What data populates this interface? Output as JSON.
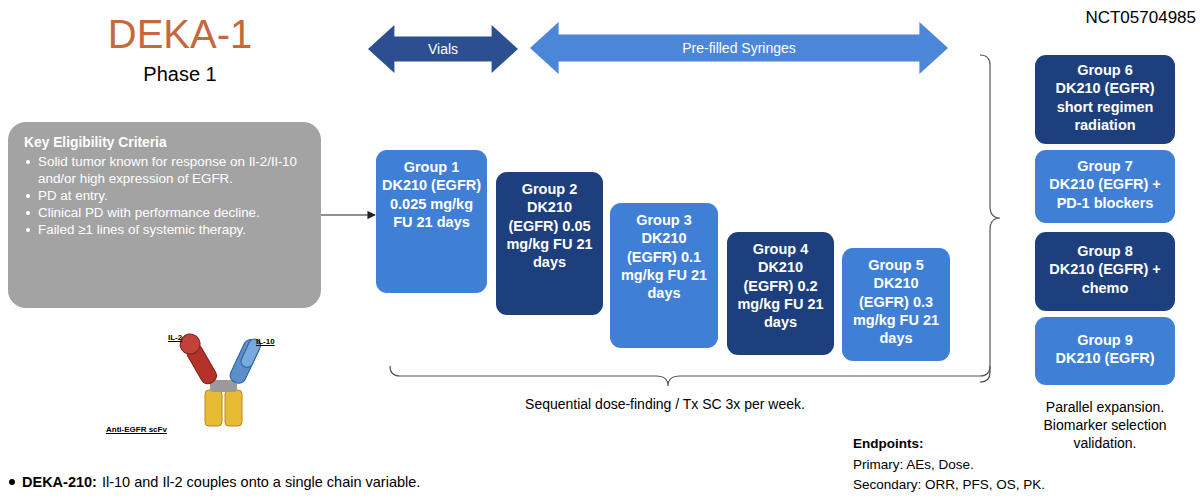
{
  "diagram": {
    "title": "DEKA-1",
    "nodes": [
      {
        "text": [
          "Vials"
        ]
      },
      {
        "text": [
          "Pre-filled Syringes"
        ]
      },
      {
        "text": [
          "Key Eligibility Criteria",
          "Solid tumor known for response on Il-2/Il-10 and/or high expression of EGFR.",
          "PD at entry.",
          "Clinical PD with performance decline.",
          "Failed ≥1 lines of systemic therapy."
        ]
      },
      {
        "text": [
          "Group 1",
          "DK210 (EGFR) 0.025 mg/kg FU 21 days"
        ]
      },
      {
        "text": [
          "Group 2",
          "DK210 (EGFR) 0.05 mg/kg FU 21 days"
        ]
      },
      {
        "text": [
          "Group 3",
          "DK210 (EGFR) 0.1 mg/kg FU 21 days"
        ]
      },
      {
        "text": [
          "Group 4",
          "DK210 (EGFR) 0.2 mg/kg FU 21 days"
        ]
      },
      {
        "text": [
          "Group 5",
          "DK210 (EGFR) 0.3 mg/kg FU 21 days"
        ]
      },
      {
        "text": [
          "Group 6",
          "DK210 (EGFR) short regimen radiation"
        ]
      },
      {
        "text": [
          "Group 7",
          "DK210 (EGFR) + PD-1 blockers"
        ]
      },
      {
        "text": [
          "Group 8",
          "DK210 (EGFR) + chemo"
        ]
      },
      {
        "text": [
          "Group 9",
          "DK210 (EGFR)"
        ]
      }
    ],
    "edges": [
      {
        "from": 2,
        "to": 3,
        "arrow": "to"
      }
    ],
    "labels": [
      "Phase 1",
      "NCT05704985",
      "Sequential dose-finding / Tx SC 3x per week.",
      "Parallel expansion. Biomarker selection validation.",
      "Endpoints:",
      "Primary: AEs, Dose.",
      "Secondary: ORR, PFS, OS, PK.",
      "IL-2",
      "IL-10",
      "Anti-EGFR scFv",
      "DEKA-210:",
      "Il-10 and Il-2 couples onto a single chain variable."
    ]
  }
}
